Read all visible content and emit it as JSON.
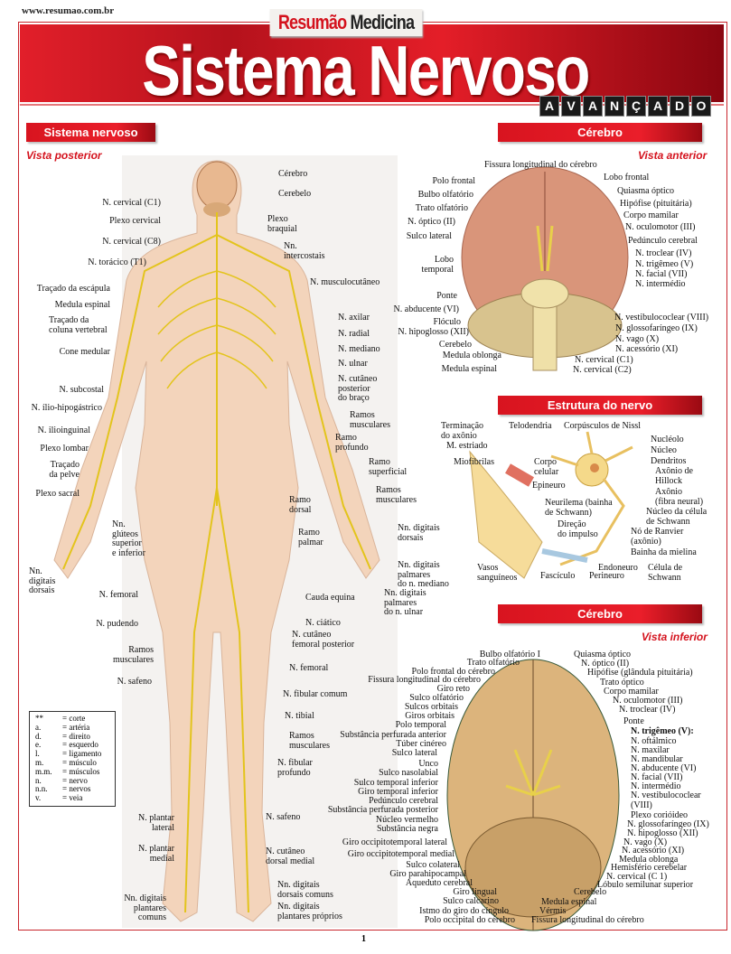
{
  "header": {
    "url": "www.resumao.com.br",
    "brand_part1": "Resumão",
    "brand_part2": "Medicina",
    "title": "Sistema Nervoso",
    "level_letters": [
      "A",
      "V",
      "A",
      "N",
      "Ç",
      "A",
      "D",
      "O"
    ]
  },
  "colors": {
    "accent": "#d4121d",
    "nerve": "#e8c820",
    "skin": "#f3d4bb"
  },
  "body_section": {
    "title": "Sistema nervoso",
    "view": "Vista posterior",
    "labels": [
      "N. cervical (C1)",
      "Plexo cervical",
      "N. cervical (C8)",
      "N. torácico (T1)",
      "Traçado da escápula",
      "Medula espinal",
      "Traçado da\ncoluna vertebral",
      "Cone medular",
      "N. subcostal",
      "N. ílio-hipogástrico",
      "N. ilioinguinal",
      "Plexo lombar",
      "Traçado\nda pelve",
      "Plexo sacral",
      "Nn.\nglúteos\nsuperior\ne inferior",
      "Nn.\ndigitais\ndorsais",
      "N. femoral",
      "N. pudendo",
      "Ramos\nmusculares",
      "N. safeno",
      "N. plantar\nlateral",
      "N. plantar\nmedial",
      "Nn. digitais\nplantares\ncomuns",
      "Cérebro",
      "Cerebelo",
      "Plexo\nbraquial",
      "Nn.\nintercostais",
      "N. musculocutâneo",
      "N. axilar",
      "N. radial",
      "N. mediano",
      "N. ulnar",
      "N. cutâneo\nposterior\ndo braço",
      "Ramos\nmusculares",
      "Ramo\nprofundo",
      "Ramo\nsuperficial",
      "Ramos\nmusculares",
      "Ramo\ndorsal",
      "Ramo\npalmar",
      "Nn. digitais\ndorsais",
      "Nn. digitais\npalmares\ndo n. mediano",
      "Cauda equina",
      "Nn. digitais\npalmares\ndo n. ulnar",
      "N. ciático",
      "N. cutâneo\nfemoral posterior",
      "N. femoral",
      "N. fibular comum",
      "N. tibial",
      "Ramos\nmusculares",
      "N. fibular\nprofundo",
      "N. safeno",
      "N. cutâneo\ndorsal medial",
      "Nn. digitais\ndorsais comuns",
      "Nn. digitais\nplantares próprios"
    ],
    "legend": [
      {
        "abbr": "**",
        "meaning": "= corte"
      },
      {
        "abbr": "a.",
        "meaning": "= artéria"
      },
      {
        "abbr": "d.",
        "meaning": "= direito"
      },
      {
        "abbr": "e.",
        "meaning": "= esquerdo"
      },
      {
        "abbr": "l.",
        "meaning": "= ligamento"
      },
      {
        "abbr": "m.",
        "meaning": "= músculo"
      },
      {
        "abbr": "m.m.",
        "meaning": "= músculos"
      },
      {
        "abbr": "n.",
        "meaning": "= nervo"
      },
      {
        "abbr": "n.n.",
        "meaning": "= nervos"
      },
      {
        "abbr": "v.",
        "meaning": "= veia"
      }
    ]
  },
  "brain_anterior": {
    "title": "Cérebro",
    "view": "Vista anterior",
    "labels": [
      "Fissura longitudinal do cérebro",
      "Polo frontal",
      "Bulbo olfatório",
      "Trato olfatório",
      "N. óptico (II)",
      "Sulco lateral",
      "Lobo\ntemporal",
      "Ponte",
      "N. abducente (VI)",
      "Flóculo",
      "N. hipoglosso (XII)",
      "Cerebelo",
      "Medula oblonga",
      "Medula espinal",
      "Lobo frontal",
      "Quiasma óptico",
      "Hipófise (pituitária)",
      "Corpo mamilar",
      "N. oculomotor (III)",
      "Pedúnculo cerebral",
      "N. troclear (IV)",
      "N. trigêmeo (V)",
      "N. facial (VII)",
      "N. intermédio",
      "N. vestibulococlear (VIII)",
      "N. glossofaríngeo (IX)",
      "N. vago (X)",
      "N. acessório (XI)",
      "N. cervical (C1)",
      "N. cervical (C2)"
    ]
  },
  "nerve_structure": {
    "title": "Estrutura do nervo",
    "labels": [
      "Terminação\ndo axônio",
      "Telodendria",
      "Corpúsculos de Nissl",
      "M. estriado",
      "Miofibrilas",
      "Corpo\ncelular",
      "Nucléolo",
      "Núcleo",
      "Dendritos",
      "Axônio de\nHillock",
      "Axônio\n(fibra neural)",
      "Epineuro",
      "Neurilema (bainha\nde Schwann)",
      "Núcleo da célula\nde Schwann",
      "Direção\ndo impulso",
      "Nó de Ranvier\n(axônio)",
      "Bainha da mielina",
      "Vasos\nsanguíneos",
      "Fascículo",
      "Endoneuro",
      "Perineuro",
      "Célula de\nSchwann"
    ]
  },
  "brain_inferior": {
    "title": "Cérebro",
    "view": "Vista inferior",
    "labels": [
      "Bulbo olfatório I",
      "Trato olfatório",
      "Polo frontal do cérebro",
      "Fissura longitudinal do cérebro",
      "Giro reto",
      "Sulco olfatório",
      "Sulcos orbitais",
      "Giros orbitais",
      "Polo temporal",
      "Substância perfurada anterior",
      "Túber cinéreo",
      "Sulco lateral",
      "Unco",
      "Sulco nasolabial",
      "Sulco temporal inferior",
      "Giro temporal inferior",
      "Pedúnculo cerebral",
      "Substância perfurada posterior",
      "Núcleo vermelho",
      "Substância negra",
      "Giro occipitotemporal lateral",
      "Giro occipitotemporal medial",
      "Sulco colateral",
      "Giro parahipocampal",
      "Aqueduto cerebral",
      "Giro lingual",
      "Sulco calcarino",
      "Istmo do giro do cíngulo",
      "Polo occipital do cérebro",
      "Quiasma óptico",
      "N. óptico (II)",
      "Hipófise (glândula pituitária)",
      "Trato óptico",
      "Corpo mamilar",
      "N. oculomotor (III)",
      "N. troclear (IV)",
      "Ponte",
      "N. trigêmeo (V):",
      "N. oftálmico",
      "N. maxilar",
      "N. mandibular",
      "N. abducente (VI)",
      "N. facial (VII)",
      "N. intermédio",
      "N. vestibulococlear\n(VIII)",
      "Plexo corióideo",
      "N. glossofaríngeo (IX)",
      "N. hipoglosso (XII)",
      "N. vago (X)",
      "N. acessório (XI)",
      "Medula oblonga",
      "Hemisfério cerebelar",
      "N. cervical (C 1)",
      "Lóbulo semilunar superior",
      "Cerebelo",
      "Medula espinal",
      "Vérmis",
      "Fissura longitudinal do cérebro"
    ]
  },
  "footer": {
    "page_number": "1"
  }
}
